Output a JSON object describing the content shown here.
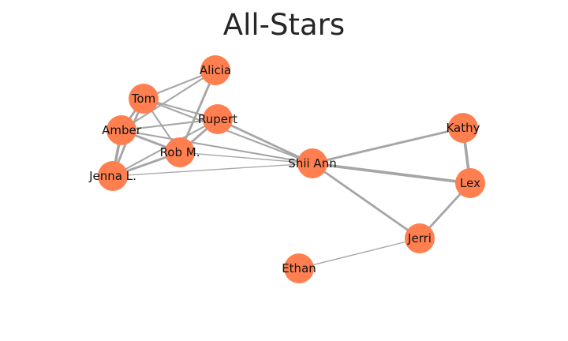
{
  "title": "All-Stars",
  "colors": {
    "node": "#FF7F50",
    "edge": "#A6A6A6",
    "label": "#111111",
    "title": "#262626"
  },
  "nodes": [
    {
      "id": "alicia",
      "label": "Alicia"
    },
    {
      "id": "tom",
      "label": "Tom"
    },
    {
      "id": "rupert",
      "label": "Rupert"
    },
    {
      "id": "amber",
      "label": "Amber"
    },
    {
      "id": "robm",
      "label": "Rob M."
    },
    {
      "id": "jenna",
      "label": "Jenna L."
    },
    {
      "id": "shiiann",
      "label": "Shii Ann"
    },
    {
      "id": "kathy",
      "label": "Kathy"
    },
    {
      "id": "lex",
      "label": "Lex"
    },
    {
      "id": "jerri",
      "label": "Jerri"
    },
    {
      "id": "ethan",
      "label": "Ethan"
    }
  ],
  "edges": [
    {
      "source": "tom",
      "target": "alicia",
      "weight": 2
    },
    {
      "source": "amber",
      "target": "alicia",
      "weight": 2
    },
    {
      "source": "robm",
      "target": "alicia",
      "weight": 3
    },
    {
      "source": "tom",
      "target": "amber",
      "weight": 3
    },
    {
      "source": "tom",
      "target": "jenna",
      "weight": 3
    },
    {
      "source": "tom",
      "target": "robm",
      "weight": 2
    },
    {
      "source": "tom",
      "target": "rupert",
      "weight": 2
    },
    {
      "source": "tom",
      "target": "shiiann",
      "weight": 2
    },
    {
      "source": "amber",
      "target": "jenna",
      "weight": 4
    },
    {
      "source": "amber",
      "target": "robm",
      "weight": 3
    },
    {
      "source": "amber",
      "target": "rupert",
      "weight": 2
    },
    {
      "source": "amber",
      "target": "shiiann",
      "weight": 2
    },
    {
      "source": "jenna",
      "target": "robm",
      "weight": 3
    },
    {
      "source": "jenna",
      "target": "rupert",
      "weight": 2
    },
    {
      "source": "jenna",
      "target": "shiiann",
      "weight": 1
    },
    {
      "source": "robm",
      "target": "rupert",
      "weight": 3
    },
    {
      "source": "robm",
      "target": "shiiann",
      "weight": 1
    },
    {
      "source": "rupert",
      "target": "shiiann",
      "weight": 3
    },
    {
      "source": "shiiann",
      "target": "kathy",
      "weight": 3
    },
    {
      "source": "shiiann",
      "target": "lex",
      "weight": 4
    },
    {
      "source": "shiiann",
      "target": "jerri",
      "weight": 3
    },
    {
      "source": "kathy",
      "target": "lex",
      "weight": 4
    },
    {
      "source": "lex",
      "target": "jerri",
      "weight": 3
    },
    {
      "source": "jerri",
      "target": "ethan",
      "weight": 1
    }
  ]
}
